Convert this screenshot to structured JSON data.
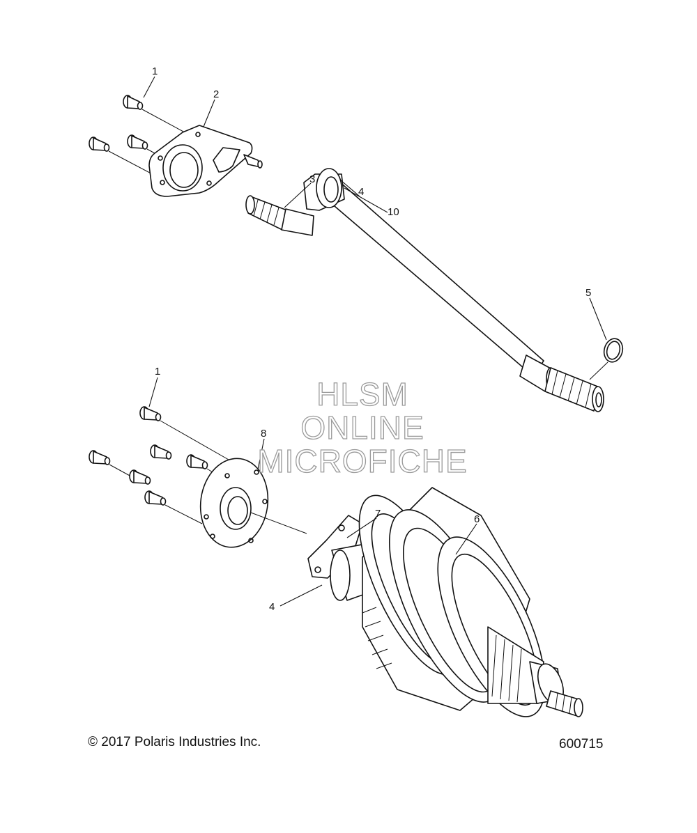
{
  "diagram": {
    "callouts": {
      "c1_top": "1",
      "c2": "2",
      "c3": "3",
      "c4_top": "4",
      "c10": "10",
      "c5": "5",
      "c1_bottom": "1",
      "c8": "8",
      "c7": "7",
      "c6": "6",
      "c4_bottom": "4"
    },
    "watermark": {
      "line1": "HLSM",
      "line2": "ONLINE",
      "line3": "MICROFICHE"
    }
  },
  "footer": {
    "copyright": "© 2017 Polaris Industries Inc.",
    "figure_number": "600715"
  }
}
